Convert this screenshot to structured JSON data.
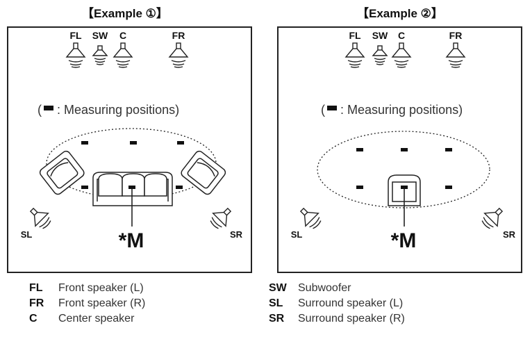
{
  "examples": [
    {
      "title": "【Example ①】",
      "speakers": {
        "fl": "FL",
        "sw": "SW",
        "c": "C",
        "fr": "FR",
        "sl": "SL",
        "sr": "SR"
      },
      "measuring_note_open": "(",
      "measuring_note_text": ": Measuring positions)",
      "main_position_label": "*M",
      "layout": "sofa"
    },
    {
      "title": "【Example ②】",
      "speakers": {
        "fl": "FL",
        "sw": "SW",
        "c": "C",
        "fr": "FR",
        "sl": "SL",
        "sr": "SR"
      },
      "measuring_note_open": "(",
      "measuring_note_text": ": Measuring positions)",
      "main_position_label": "*M",
      "layout": "chair"
    }
  ],
  "legend": [
    {
      "code": "FL",
      "desc": "Front speaker (L)"
    },
    {
      "code": "FR",
      "desc": "Front speaker (R)"
    },
    {
      "code": "C",
      "desc": "Center speaker"
    },
    {
      "code": "SW",
      "desc": "Subwoofer"
    },
    {
      "code": "SL",
      "desc": "Surround speaker (L)"
    },
    {
      "code": "SR",
      "desc": "Surround speaker (R)"
    }
  ],
  "colors": {
    "line": "#222222",
    "marker": "#111111",
    "text": "#333333"
  }
}
